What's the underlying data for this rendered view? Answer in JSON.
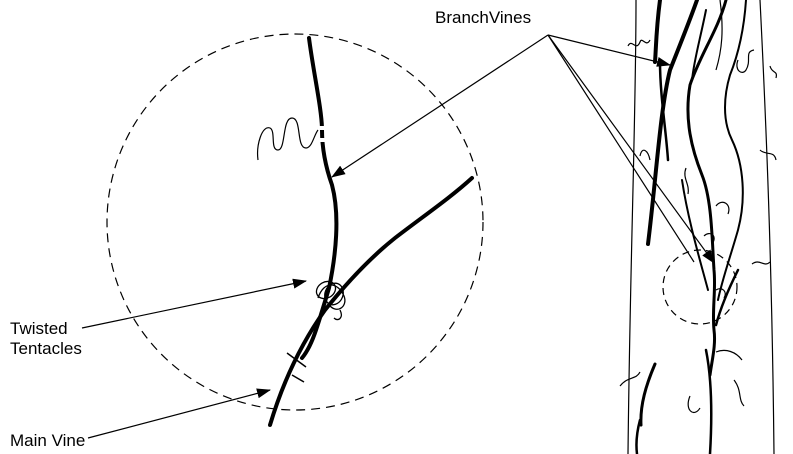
{
  "labels": {
    "branch_vines": "BranchVines",
    "twisted_line1": "Twisted",
    "twisted_line2": "Tentacles",
    "main_vine": "Main Vine"
  },
  "colors": {
    "ink": "#000000",
    "background": "#ffffff"
  }
}
